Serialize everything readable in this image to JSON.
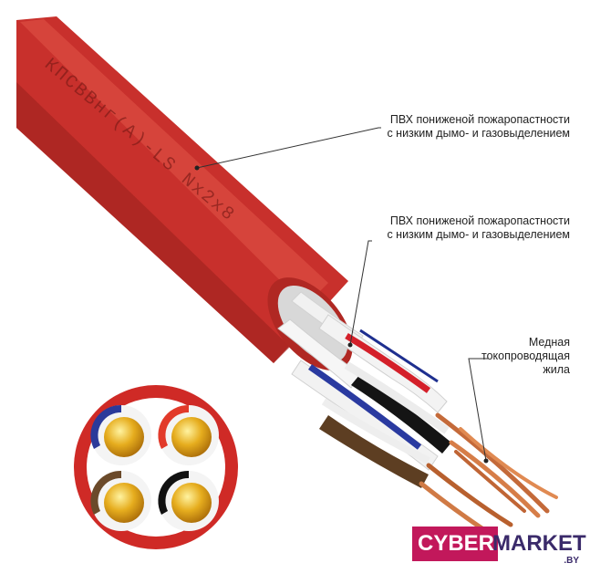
{
  "cable": {
    "marking": "КПСВВнг(А)-LS Nx2x8",
    "jacket_color": "#c8302c"
  },
  "callouts": {
    "outer_sheath": [
      "ПВХ пониженой пожаропастности",
      "с низким дымо- и газовыделением"
    ],
    "inner_insulation": [
      "ПВХ пониженой пожаропастности",
      "с низким дымо- и газовыделением"
    ],
    "conductor": [
      "Медная",
      "токопроводящая",
      "жила"
    ]
  },
  "cross_section": {
    "pair_colors": [
      "#2b3a9a",
      "#e23a2a",
      "#6b4a2a",
      "#111111"
    ],
    "conductor_color": "#e0a020"
  },
  "watermark": {
    "brand_left": "CYBER",
    "brand_right": "MARKET",
    "tld": ".BY"
  }
}
